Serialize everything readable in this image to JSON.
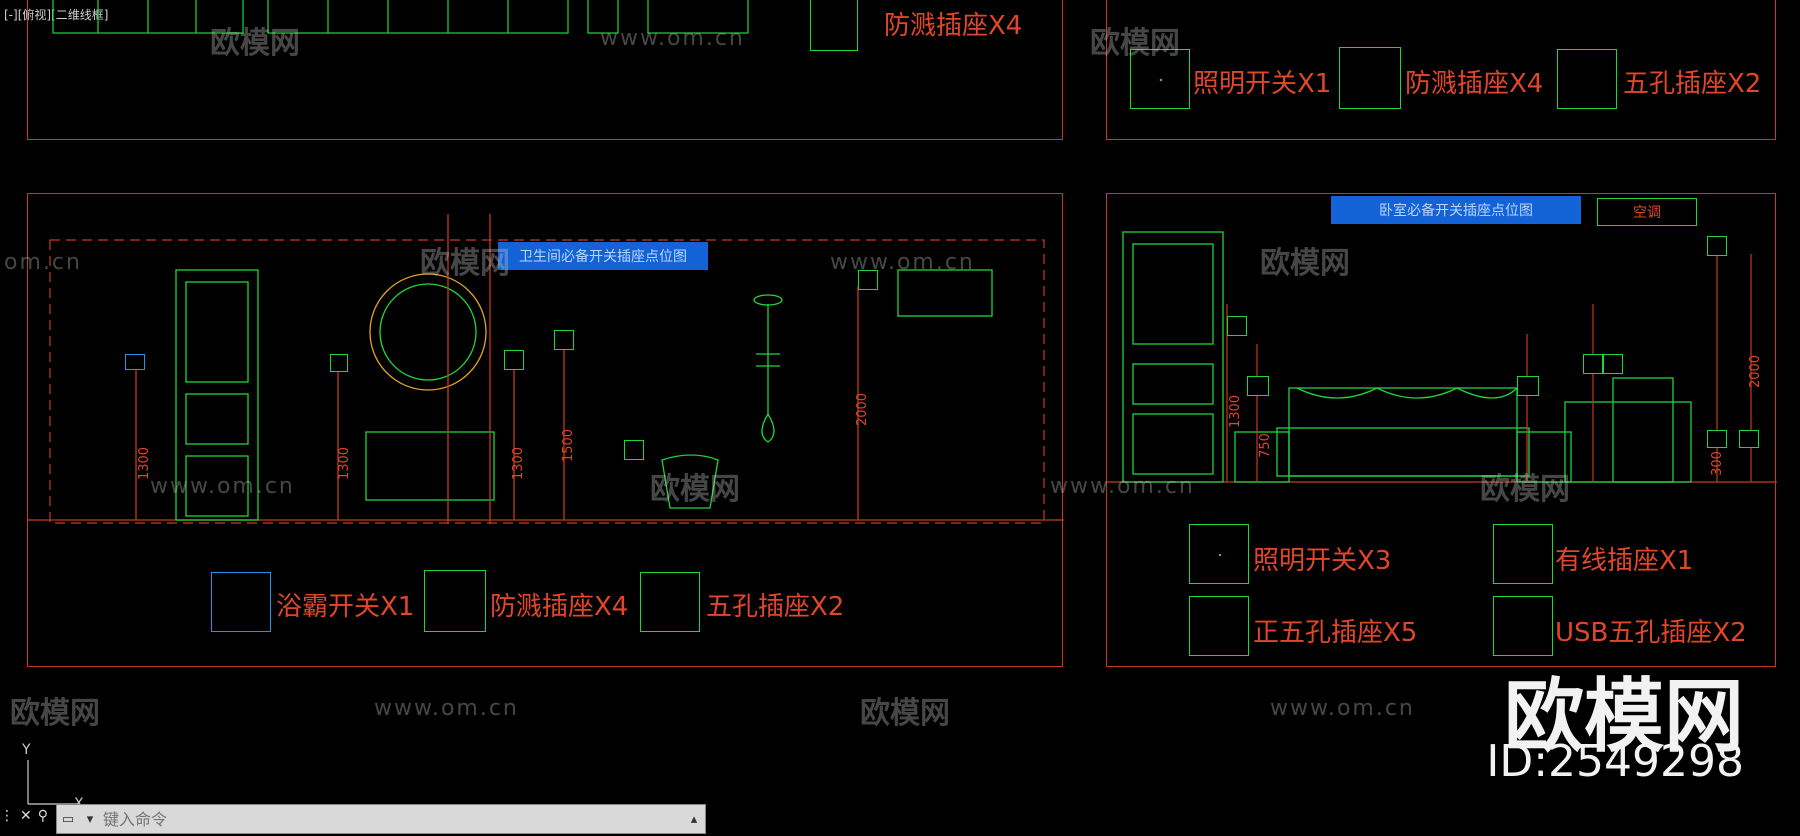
{
  "viewport": {
    "label": "[-][俯视][二维线框]"
  },
  "panels": {
    "top_left": {
      "legend": "防溅插座X4"
    },
    "top_right": {
      "legends": [
        "照明开关X1",
        "防溅插座X4",
        "五孔插座X2"
      ]
    },
    "bathroom": {
      "title": "卫生间必备开关插座点位图",
      "legends": [
        "浴霸开关X1",
        "防溅插座X4",
        "五孔插座X2"
      ],
      "dims": [
        "1300",
        "1300",
        "1300",
        "1500",
        "2000"
      ]
    },
    "bedroom": {
      "title": "卧室必备开关插座点位图",
      "ac_label": "空调",
      "legends": [
        "照明开关X3",
        "有线插座X1",
        "正五孔插座X5",
        "USB五孔插座X2"
      ],
      "dims": [
        "1300",
        "750",
        "2000",
        "300"
      ]
    }
  },
  "watermarks": {
    "cn": "欧模网",
    "url": "www.om.cn",
    "url_short": "om.cn"
  },
  "brand": {
    "name": "欧模网",
    "id": "ID:2549298"
  },
  "command_line": {
    "placeholder": "键入命令"
  },
  "axis": {
    "y": "Y",
    "x": "X"
  },
  "colors": {
    "frame": "#c63a22",
    "line": "#1fd53c",
    "title_bar": "#1463d6",
    "text": "#e0462a"
  }
}
